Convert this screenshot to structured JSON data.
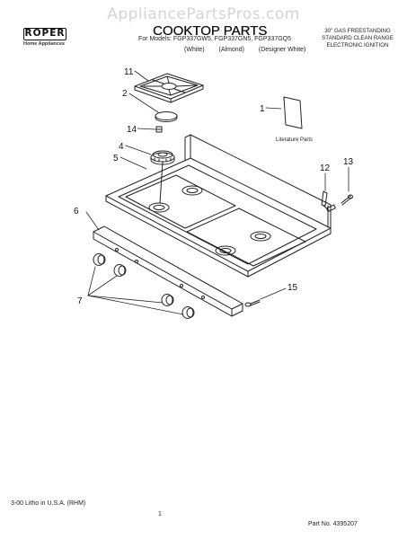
{
  "watermark": "AppliancePartsPros.com",
  "logo": {
    "brand": "ROPER",
    "subtitle": "Home Appliances"
  },
  "header": {
    "title": "COOKTOP PARTS",
    "models_line": "For Models: FGP337GW5, FGP337GN5, FGP337GQ5",
    "variants": [
      "(White)",
      "(Almond)",
      "(Designer White)"
    ],
    "description": [
      "30\" GAS FREESTANDING",
      "STANDARD CLEAN RANGE",
      "ELECTRONIC IGNITION"
    ]
  },
  "diagram": {
    "callouts": [
      "11",
      "2",
      "14",
      "4",
      "5",
      "1",
      "12",
      "13",
      "6",
      "7",
      "15"
    ],
    "literature_label": "Literature Parts"
  },
  "footer": {
    "printed": "3-00 Litho in U.S.A. (RHM)",
    "page": "1",
    "part_number": "Part No. 4395207"
  }
}
